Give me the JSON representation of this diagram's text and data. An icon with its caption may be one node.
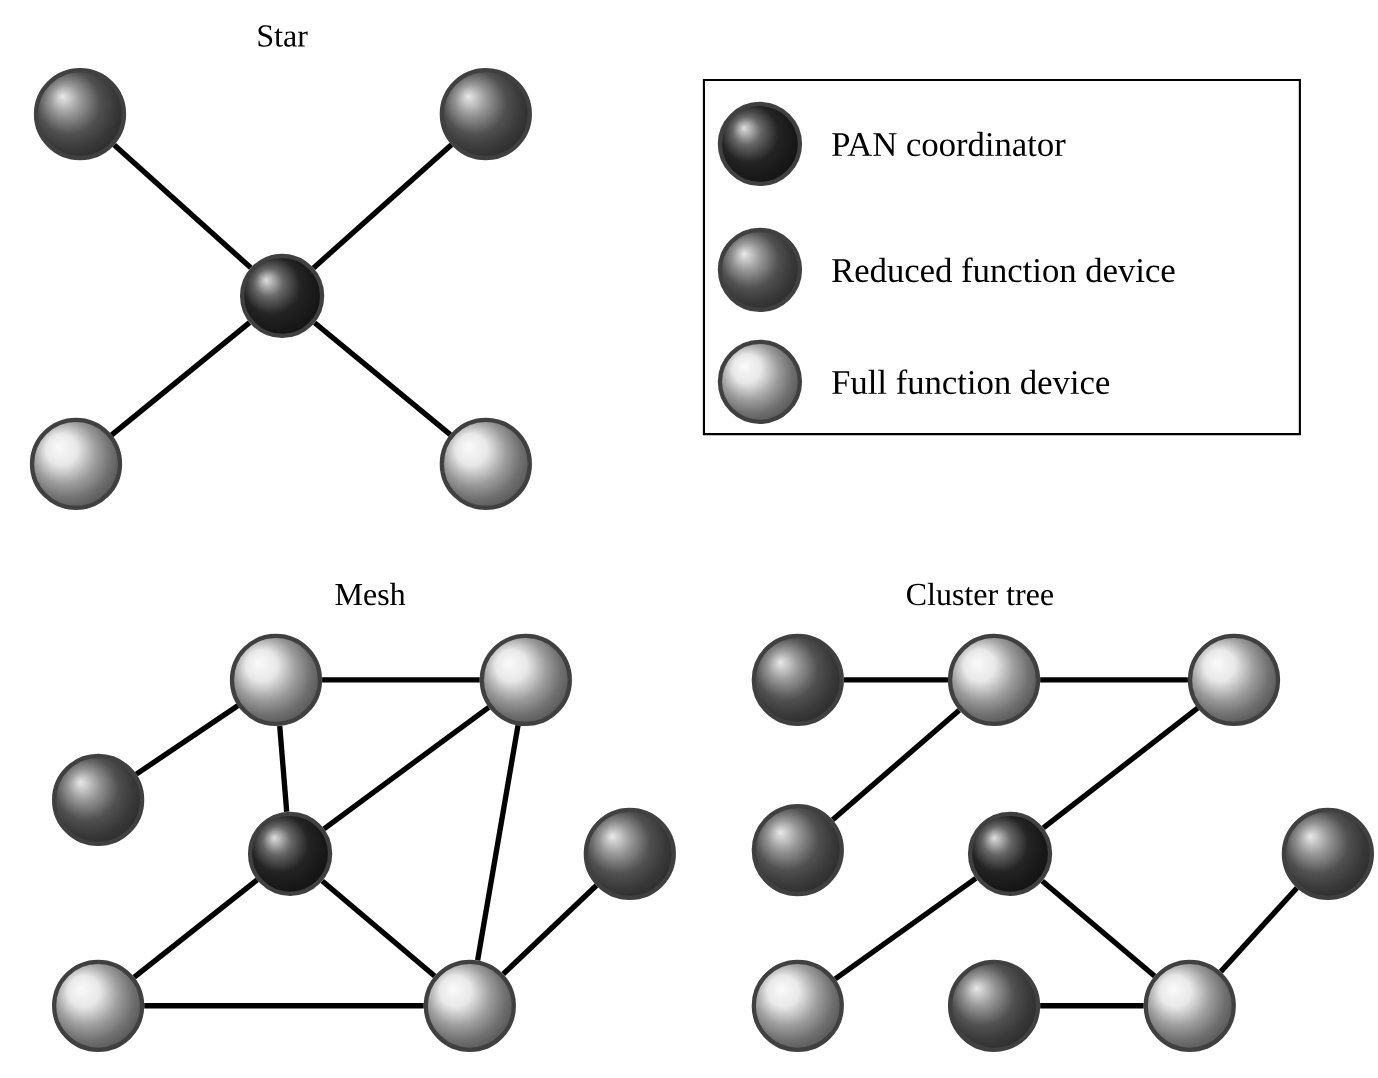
{
  "diagram": {
    "nodes": [
      {
        "text": [],
        "shape": "circle"
      },
      {
        "text": [],
        "shape": "circle"
      },
      {
        "text": [],
        "shape": "circle"
      },
      {
        "text": [],
        "shape": "circle"
      },
      {
        "text": [],
        "shape": "circle"
      },
      {
        "text": [],
        "shape": "circle"
      },
      {
        "text": [],
        "shape": "circle"
      },
      {
        "text": [],
        "shape": "circle"
      },
      {
        "text": [],
        "shape": "circle"
      },
      {
        "text": [],
        "shape": "circle"
      },
      {
        "text": [],
        "shape": "circle"
      },
      {
        "text": [],
        "shape": "circle"
      },
      {
        "text": [],
        "shape": "circle"
      },
      {
        "text": [],
        "shape": "circle"
      },
      {
        "text": [],
        "shape": "circle"
      },
      {
        "text": [],
        "shape": "circle"
      },
      {
        "text": [],
        "shape": "circle"
      },
      {
        "text": [],
        "shape": "circle"
      },
      {
        "text": [],
        "shape": "circle"
      },
      {
        "text": [],
        "shape": "circle"
      },
      {
        "text": [],
        "shape": "circle"
      }
    ],
    "edges": [
      {
        "from": 0,
        "to": 2,
        "arrow": "none"
      },
      {
        "from": 1,
        "to": 2,
        "arrow": "none"
      },
      {
        "from": 2,
        "to": 3,
        "arrow": "none"
      },
      {
        "from": 2,
        "to": 4,
        "arrow": "none"
      },
      {
        "from": 7,
        "to": 5,
        "arrow": "none"
      },
      {
        "from": 5,
        "to": 6,
        "arrow": "none"
      },
      {
        "from": 5,
        "to": 8,
        "arrow": "none"
      },
      {
        "from": 8,
        "to": 6,
        "arrow": "none"
      },
      {
        "from": 6,
        "to": 11,
        "arrow": "none"
      },
      {
        "from": 8,
        "to": 10,
        "arrow": "none"
      },
      {
        "from": 8,
        "to": 11,
        "arrow": "none"
      },
      {
        "from": 10,
        "to": 11,
        "arrow": "none"
      },
      {
        "from": 11,
        "to": 9,
        "arrow": "none"
      },
      {
        "from": 12,
        "to": 13,
        "arrow": "none"
      },
      {
        "from": 13,
        "to": 14,
        "arrow": "none"
      },
      {
        "from": 13,
        "to": 15,
        "arrow": "none"
      },
      {
        "from": 14,
        "to": 16,
        "arrow": "none"
      },
      {
        "from": 16,
        "to": 18,
        "arrow": "none"
      },
      {
        "from": 16,
        "to": 20,
        "arrow": "none"
      },
      {
        "from": 19,
        "to": 20,
        "arrow": "none"
      },
      {
        "from": 20,
        "to": 17,
        "arrow": "none"
      }
    ],
    "labels": [
      "Star",
      "Mesh",
      "Cluster tree"
    ],
    "legend": [
      {
        "text": "PAN coordinator"
      },
      {
        "text": "Reduced function device"
      },
      {
        "text": "Full function device"
      }
    ]
  }
}
